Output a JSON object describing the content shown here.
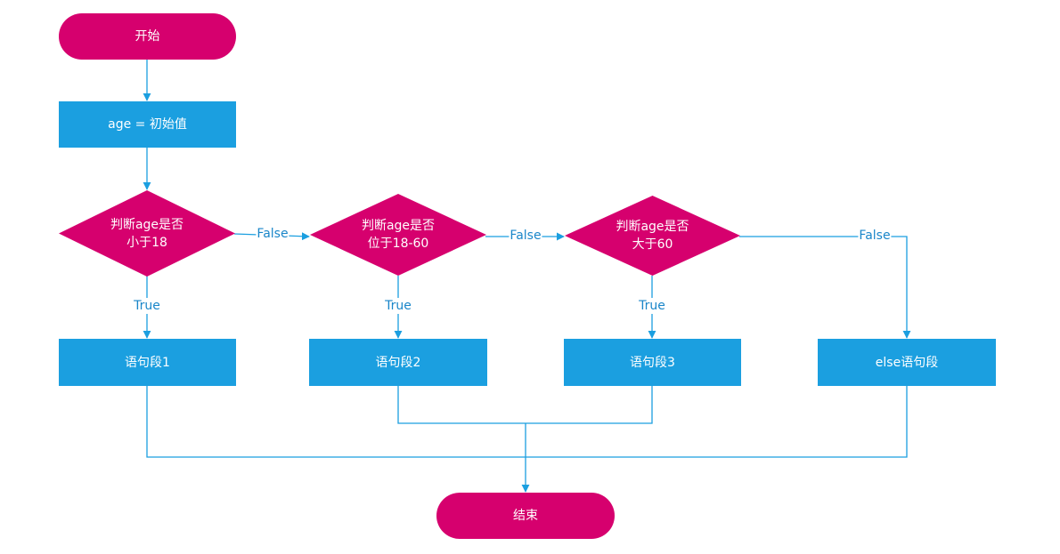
{
  "colors": {
    "terminal": "#d6006e",
    "process": "#1b9fe0",
    "decision": "#d6006e",
    "connector": "#1b9fe0",
    "edge_label": "#1a86c9"
  },
  "nodes": {
    "start": {
      "label": "开始"
    },
    "init": {
      "label": "age = 初始值"
    },
    "decision1": {
      "line1": "判断age是否",
      "line2": "小于18"
    },
    "decision2": {
      "line1": "判断age是否",
      "line2": "位于18-60"
    },
    "decision3": {
      "line1": "判断age是否",
      "line2": "大于60"
    },
    "block1": {
      "label": "语句段1"
    },
    "block2": {
      "label": "语句段2"
    },
    "block3": {
      "label": "语句段3"
    },
    "block_else": {
      "label": "else语句段"
    },
    "end": {
      "label": "结束"
    }
  },
  "edge_labels": {
    "d1_false": "False",
    "d2_false": "False",
    "d3_false": "False",
    "d1_true": "True",
    "d2_true": "True",
    "d3_true": "True"
  }
}
